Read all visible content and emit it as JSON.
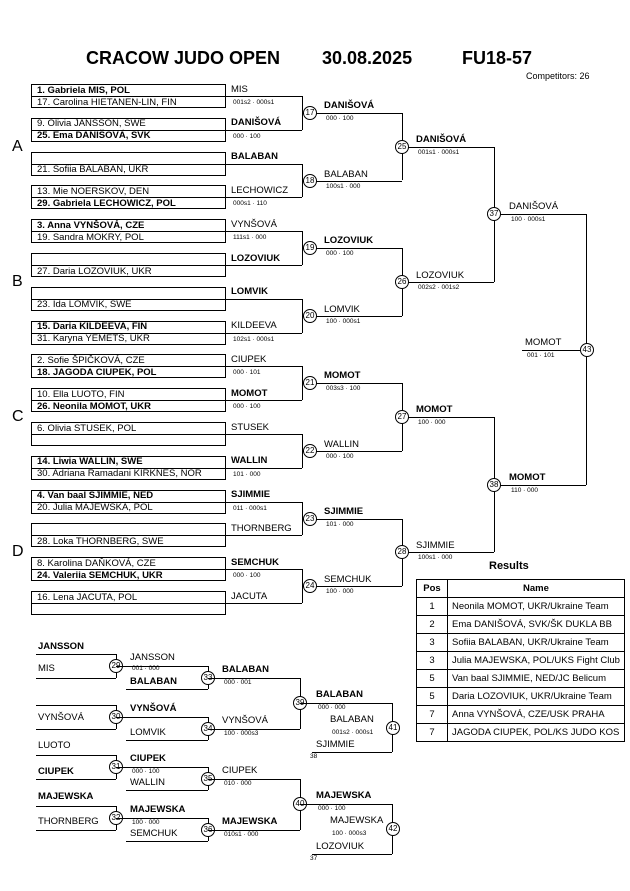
{
  "header": {
    "title": "CRACOW JUDO OPEN",
    "date": "30.08.2025",
    "category": "FU18-57",
    "competitors": "Competitors: 26"
  },
  "pools": [
    "A",
    "B",
    "C",
    "D"
  ],
  "seeds": [
    {
      "text": "1. Gabriela MIS, POL",
      "bold": true
    },
    {
      "text": "17. Carolina HIETANEN-LIN, FIN",
      "bold": false
    },
    {
      "text": "9. Olivia JANSSON, SWE",
      "bold": false
    },
    {
      "text": "25. Ema DANIŠOVÁ, SVK",
      "bold": true
    },
    {
      "text": "",
      "bold": false
    },
    {
      "text": "21. Sofiia BALABAN, UKR",
      "bold": false
    },
    {
      "text": "13. Mie NOERSKOV, DEN",
      "bold": false
    },
    {
      "text": "29. Gabriela LECHOWICZ, POL",
      "bold": true
    },
    {
      "text": "3. Anna VYNŠOVÁ, CZE",
      "bold": true
    },
    {
      "text": "19. Sandra MOKRY, POL",
      "bold": false
    },
    {
      "text": "",
      "bold": false
    },
    {
      "text": "27. Daria LOZOVIUK, UKR",
      "bold": false
    },
    {
      "text": "",
      "bold": false
    },
    {
      "text": "23. Ida LOMVIK, SWE",
      "bold": false
    },
    {
      "text": "15. Daria KILDEEVA, FIN",
      "bold": true
    },
    {
      "text": "31. Karyna YEMETS, UKR",
      "bold": false
    },
    {
      "text": "2. Sofie ŠPIČKOVÁ, CZE",
      "bold": false
    },
    {
      "text": "18. JAGODA CIUPEK, POL",
      "bold": true
    },
    {
      "text": "10. Ella LUOTO, FIN",
      "bold": false
    },
    {
      "text": "26. Neonila MOMOT, UKR",
      "bold": true
    },
    {
      "text": "6. Olivia STUSEK, POL",
      "bold": false
    },
    {
      "text": "",
      "bold": false
    },
    {
      "text": "14. Liwia WALLIN, SWE",
      "bold": true
    },
    {
      "text": "30. Adriana Ramadani KIRKNES, NOR",
      "bold": false
    },
    {
      "text": "4. Van baal SJIMMIE, NED",
      "bold": true
    },
    {
      "text": "20. Julia MAJEWSKA, POL",
      "bold": false
    },
    {
      "text": "",
      "bold": false
    },
    {
      "text": "28. Loka THORNBERG, SWE",
      "bold": false
    },
    {
      "text": "8. Karolina DAŇKOVÁ, CZE",
      "bold": false
    },
    {
      "text": "24. Valeriia SEMCHUK, UKR",
      "bold": true
    },
    {
      "text": "16. Lena JACUTA, POL",
      "bold": false
    },
    {
      "text": "",
      "bold": false
    }
  ],
  "r1": [
    {
      "top": "MIS",
      "topBold": false,
      "bot": "",
      "botBold": false,
      "score": "001s2 · 000s1"
    },
    {
      "top": "DANIŠOVÁ",
      "topBold": true,
      "bot": "",
      "botBold": false,
      "score": "000 · 100"
    },
    {
      "top": "BALABAN",
      "topBold": true,
      "bot": "",
      "botBold": false,
      "score": ""
    },
    {
      "top": "LECHOWICZ",
      "topBold": false,
      "bot": "",
      "botBold": false,
      "score": "000s1 · 110"
    },
    {
      "top": "VYNŠOVÁ",
      "topBold": false,
      "bot": "",
      "botBold": false,
      "score": "111s1 · 000"
    },
    {
      "top": "LOZOVIUK",
      "topBold": true,
      "bot": "",
      "botBold": false,
      "score": ""
    },
    {
      "top": "LOMVIK",
      "topBold": true,
      "bot": "",
      "botBold": false,
      "score": ""
    },
    {
      "top": "KILDEEVA",
      "topBold": false,
      "bot": "",
      "botBold": false,
      "score": "102s1 · 000s1"
    },
    {
      "top": "CIUPEK",
      "topBold": false,
      "bot": "",
      "botBold": false,
      "score": "000 · 101"
    },
    {
      "top": "MOMOT",
      "topBold": true,
      "bot": "",
      "botBold": false,
      "score": "000 · 100"
    },
    {
      "top": "STUSEK",
      "topBold": false,
      "bot": "",
      "botBold": false,
      "score": ""
    },
    {
      "top": "WALLIN",
      "topBold": true,
      "bot": "",
      "botBold": false,
      "score": "101 · 000"
    },
    {
      "top": "SJIMMIE",
      "topBold": true,
      "bot": "",
      "botBold": false,
      "score": "011 · 000s1"
    },
    {
      "top": "THORNBERG",
      "topBold": false,
      "bot": "",
      "botBold": false,
      "score": ""
    },
    {
      "top": "SEMCHUK",
      "topBold": true,
      "bot": "",
      "botBold": false,
      "score": "000 · 100"
    },
    {
      "top": "JACUTA",
      "topBold": false,
      "bot": "",
      "botBold": false,
      "score": ""
    }
  ],
  "r2": [
    {
      "num": "17",
      "top": "DANIŠOVÁ",
      "bot": "",
      "score": "000 · 100"
    },
    {
      "num": "18",
      "top": "",
      "bot": "BALABAN",
      "score": "100s1 · 000"
    },
    {
      "num": "19",
      "top": "LOZOVIUK",
      "bot": "",
      "score": "000 · 100"
    },
    {
      "num": "20",
      "top": "",
      "bot": "LOMVIK",
      "score": "100 · 000s1"
    },
    {
      "num": "21",
      "top": "MOMOT",
      "bot": "",
      "score": "003s3 · 100"
    },
    {
      "num": "22",
      "top": "",
      "bot": "WALLIN",
      "score": "000 · 100"
    },
    {
      "num": "23",
      "top": "SJIMMIE",
      "bot": "",
      "score": "101 · 000"
    },
    {
      "num": "24",
      "top": "",
      "bot": "SEMCHUK",
      "score": "100 · 000"
    }
  ],
  "r3": [
    {
      "num": "25",
      "top": "DANIŠOVÁ",
      "bot": "",
      "score": "001s1 · 000s1"
    },
    {
      "num": "26",
      "top": "",
      "bot": "LOZOVIUK",
      "score": "002s2 · 001s2"
    },
    {
      "num": "27",
      "top": "MOMOT",
      "bot": "",
      "score": "100 · 000"
    },
    {
      "num": "28",
      "top": "",
      "bot": "SJIMMIE",
      "score": "100s1 · 000"
    }
  ],
  "r4": [
    {
      "num": "37",
      "label": "DANIŠOVÁ",
      "score": "100 · 000s1"
    },
    {
      "num": "38",
      "label": "MOMOT",
      "score": "110 · 000"
    }
  ],
  "final": {
    "num": "43",
    "label": "MOMOT",
    "score": "001 · 101"
  },
  "repechage": {
    "r29": {
      "num": "29",
      "a": "JANSSON",
      "b": "MIS",
      "winner": "JANSSON",
      "score": "001 · 000"
    },
    "r30": {
      "num": "30",
      "a": "",
      "b": "VYNŠOVÁ",
      "winner": "VYNŠOVÁ",
      "score": ""
    },
    "r31": {
      "num": "31",
      "a": "LUOTO",
      "b": "CIUPEK",
      "winner": "CIUPEK",
      "score": "000 · 100"
    },
    "r32": {
      "num": "32",
      "a": "MAJEWSKA",
      "b": "THORNBERG",
      "winner": "MAJEWSKA",
      "score": "100 · 000"
    },
    "r33": {
      "num": "33",
      "a": "BALABAN",
      "winner": "BALABAN",
      "score": "000 · 001"
    },
    "r34": {
      "num": "34",
      "a": "LOMVIK",
      "winner": "VYNŠOVÁ",
      "score": "100 · 000s3"
    },
    "r35": {
      "num": "35",
      "a": "WALLIN",
      "winner": "CIUPEK",
      "score": "010 · 000"
    },
    "r36": {
      "num": "36",
      "a": "SEMCHUK",
      "winner": "MAJEWSKA",
      "score": "010s1 · 000"
    },
    "r39": {
      "num": "39",
      "winner": "BALABAN",
      "score": "000 · 000"
    },
    "r40": {
      "num": "40",
      "winner": "MAJEWSKA",
      "score": "000 · 100"
    },
    "b41": {
      "num": "41",
      "a": "BALABAN",
      "b": "SJIMMIE",
      "score": "001s2 · 000s1",
      "note": "38"
    },
    "b42": {
      "num": "42",
      "a": "MAJEWSKA",
      "b": "LOZOVIUK",
      "score": "100 · 000s3",
      "note": "37"
    }
  },
  "results": {
    "title": "Results",
    "headers": [
      "Pos",
      "Name"
    ],
    "rows": [
      {
        "pos": "1",
        "name": "Neonila MOMOT, UKR/Ukraine Team"
      },
      {
        "pos": "2",
        "name": "Ema DANIŠOVÁ, SVK/ŠK DUKLA BB"
      },
      {
        "pos": "3",
        "name": "Sofiia BALABAN, UKR/Ukraine Team"
      },
      {
        "pos": "3",
        "name": "Julia MAJEWSKA, POL/UKS Fight Club"
      },
      {
        "pos": "5",
        "name": "Van baal SJIMMIE, NED/JC Belicum"
      },
      {
        "pos": "5",
        "name": "Daria LOZOVIUK, UKR/Ukraine Team"
      },
      {
        "pos": "7",
        "name": "Anna VYNŠOVÁ, CZE/USK PRAHA"
      },
      {
        "pos": "7",
        "name": "JAGODA CIUPEK, POL/KS JUDO KOS"
      }
    ]
  }
}
